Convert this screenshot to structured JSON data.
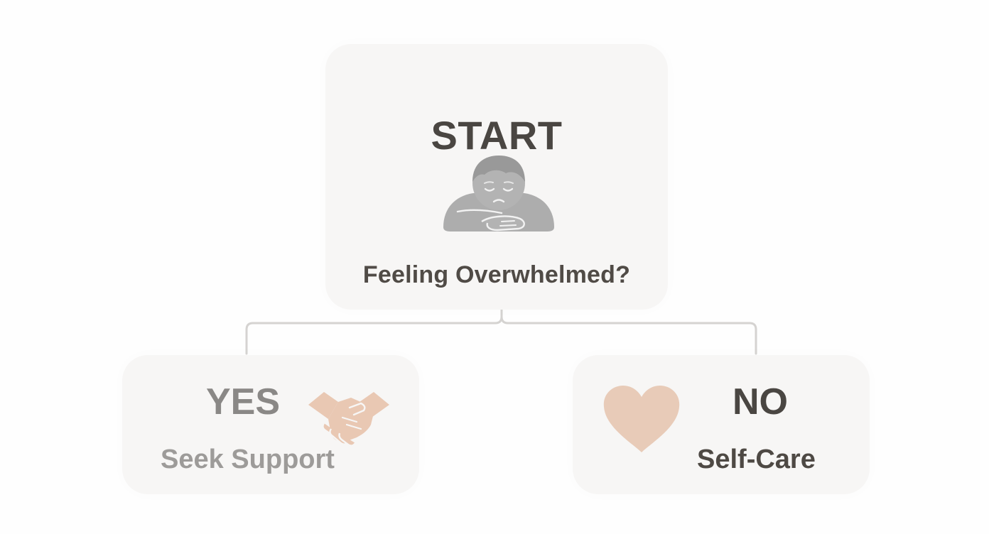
{
  "start": {
    "title": "START",
    "question": "Feeling Overwhelmed?",
    "icon": "overwhelmed-person-icon"
  },
  "yes_branch": {
    "title": "YES",
    "label": "Seek Support",
    "icon": "handshake-icon"
  },
  "no_branch": {
    "title": "NO",
    "label": "Self-Care",
    "icon": "heart-icon"
  },
  "colors": {
    "card_background": "#f7f6f5",
    "connector": "#d5d3d1",
    "dark_text": "#4a4642",
    "faded_text": "#9d9b99",
    "accent_peach": "#e9c8b3",
    "person_gray": "#adadad"
  }
}
